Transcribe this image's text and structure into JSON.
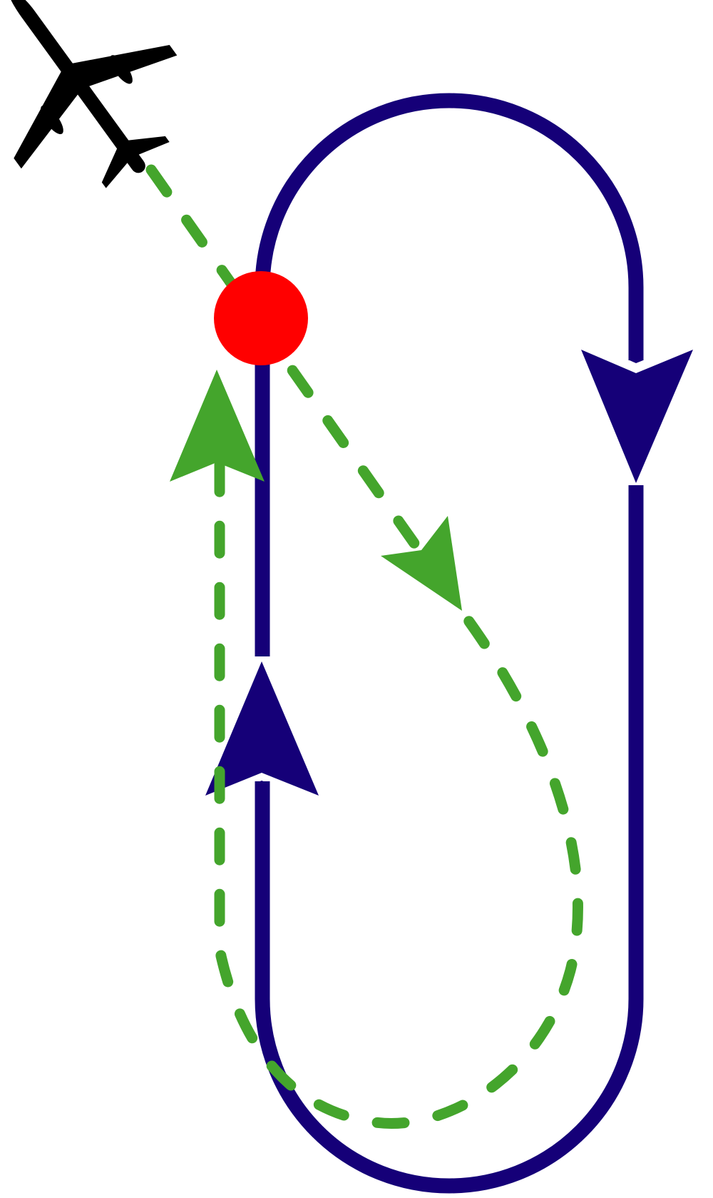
{
  "diagram": {
    "type": "holding-pattern-entry",
    "colors": {
      "holding_track": "#150078",
      "entry_path": "#44a52c",
      "fix": "#ff0000",
      "aircraft": "#000000",
      "background": "#ffffff"
    },
    "elements": {
      "holding_pattern": "racetrack",
      "entry_path": "dashed",
      "fix": "circle",
      "aircraft": "airplane-icon"
    }
  }
}
